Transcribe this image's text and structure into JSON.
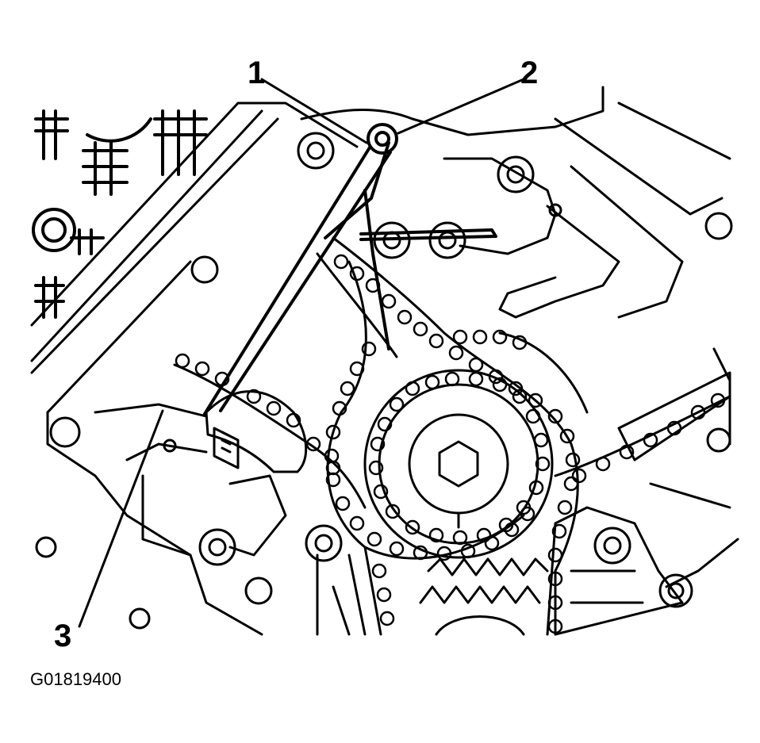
{
  "callouts": [
    {
      "id": "1",
      "label": "1"
    },
    {
      "id": "2",
      "label": "2"
    },
    {
      "id": "3",
      "label": "3"
    }
  ],
  "figure_id": "G01819400",
  "colors": {
    "ink": "#000000",
    "paper": "#ffffff"
  }
}
